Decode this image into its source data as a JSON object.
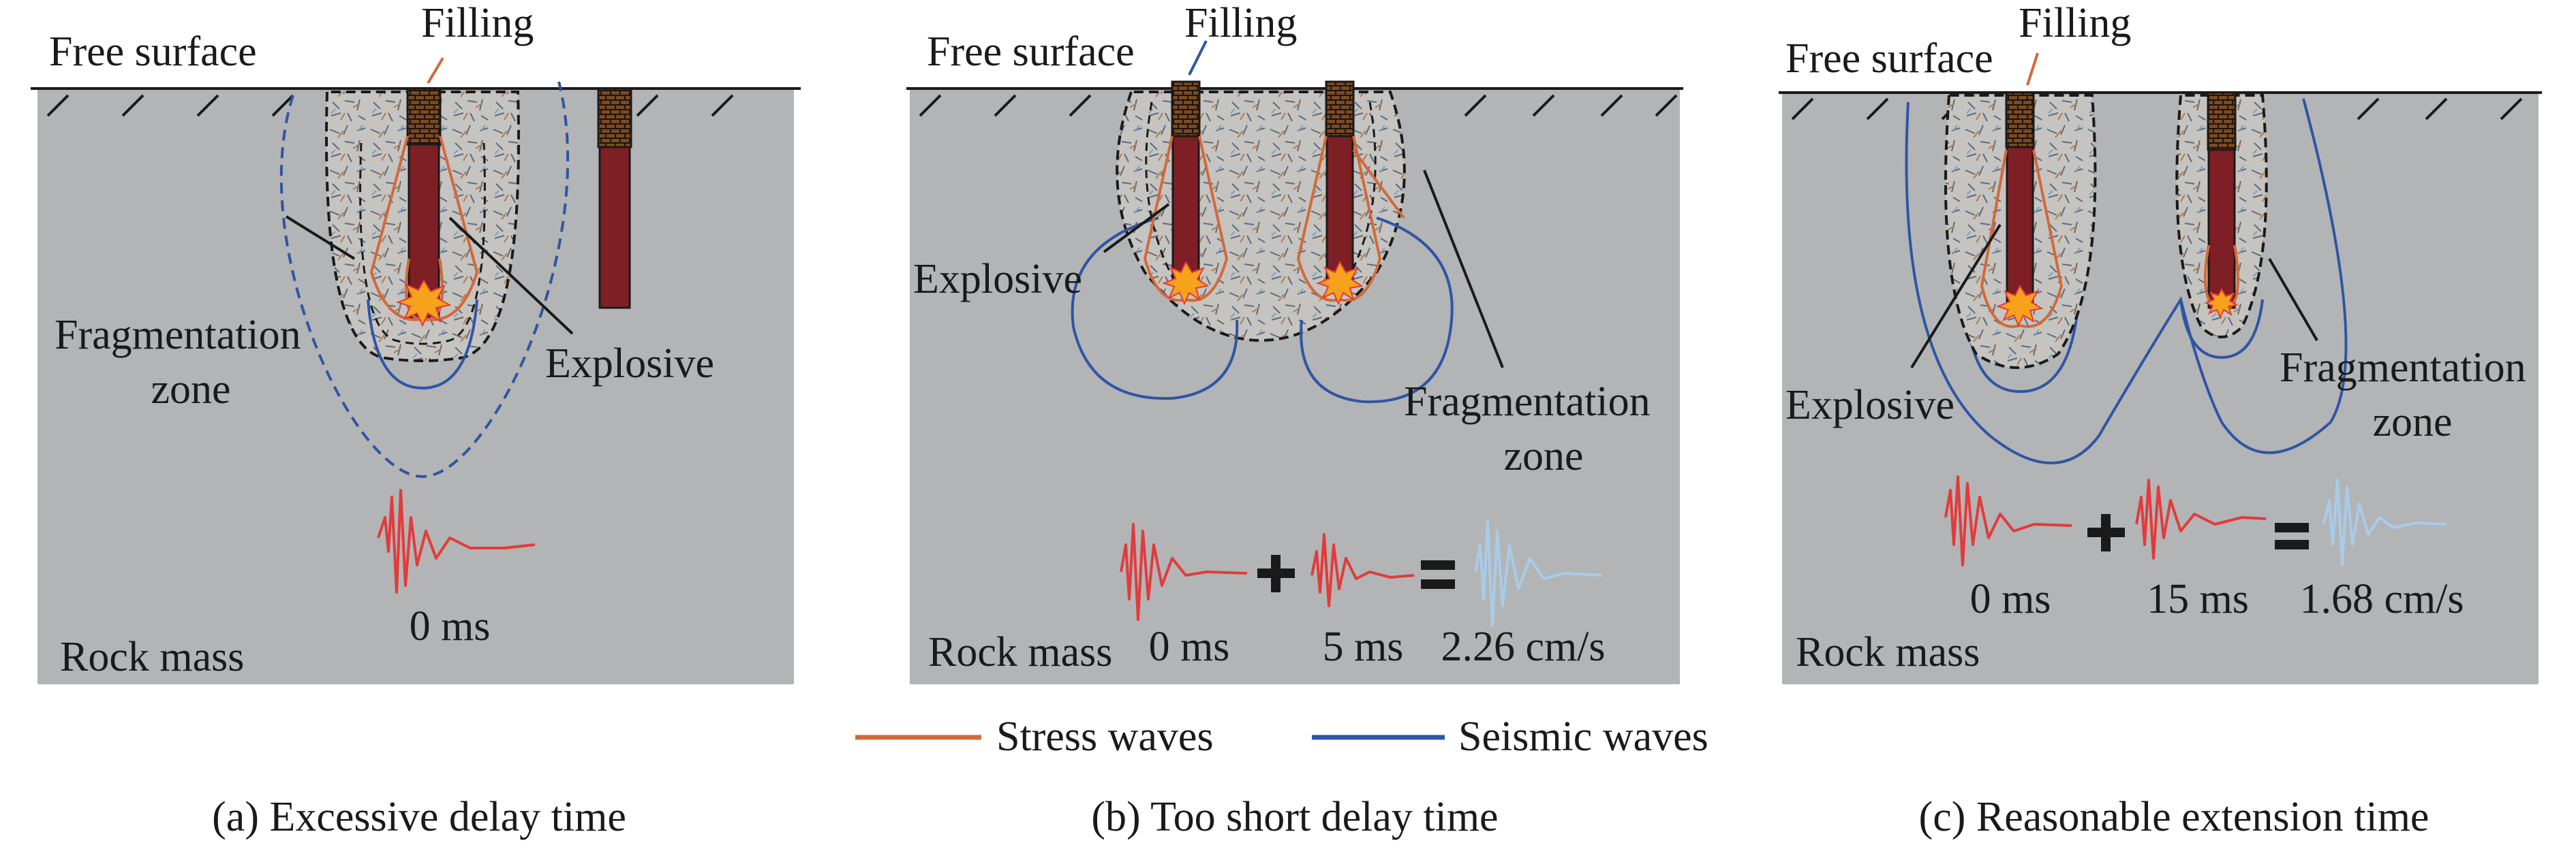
{
  "colors": {
    "rock": "#b3b4b6",
    "explosive": "#7d1f25",
    "filling": "#7a4a22",
    "stress_wave": "#d2693a",
    "seismic_wave": "#2f55a4",
    "wave_red": "#e23b3b",
    "wave_light_blue": "#a8cce8",
    "zone_boundary": "#1a1a1a",
    "blast_flash": "#f7a21b"
  },
  "icons": [
    "blast-flash-icon",
    "plus-icon",
    "equals-icon",
    "hatch-ground-icon"
  ],
  "panels": [
    {
      "caption": "(a) Excessive delay time",
      "labels": {
        "free_surface": "Free surface",
        "filling": "Filling",
        "fragmentation": "Fragmentation",
        "zone": "zone",
        "explosive": "Explosive",
        "rock_mass": "Rock mass"
      },
      "times": [
        "0 ms"
      ]
    },
    {
      "caption": "(b) Too short delay time",
      "labels": {
        "free_surface": "Free surface",
        "filling": "Filling",
        "fragmentation": "Fragmentation",
        "zone": "zone",
        "explosive": "Explosive",
        "rock_mass": "Rock mass"
      },
      "times": [
        "0 ms",
        "5 ms"
      ],
      "result": "2.26 cm/s"
    },
    {
      "caption": "(c) Reasonable extension time",
      "labels": {
        "free_surface": "Free surface",
        "filling": "Filling",
        "fragmentation": "Fragmentation",
        "zone": "zone",
        "explosive": "Explosive",
        "rock_mass": "Rock mass"
      },
      "times": [
        "0 ms",
        "15 ms"
      ],
      "result": "1.68 cm/s"
    }
  ],
  "legend": {
    "stress": "Stress waves",
    "seismic": "Seismic waves"
  }
}
